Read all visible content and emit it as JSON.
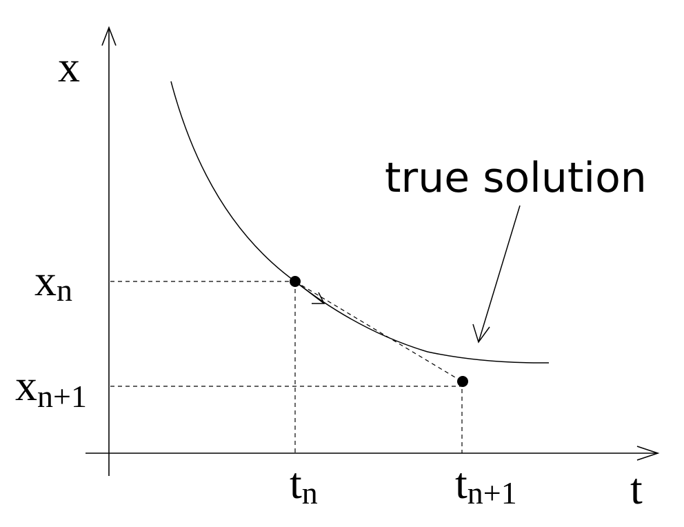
{
  "labels": {
    "x_axis": "t",
    "y_axis": "x",
    "x_n": "x",
    "x_n_sub": "n",
    "x_n1": "x",
    "x_n1_sub": "n+1",
    "t_n": "t",
    "t_n_sub": "n",
    "t_n1": "t",
    "t_n1_sub": "n+1",
    "annotation": "true solution"
  }
}
